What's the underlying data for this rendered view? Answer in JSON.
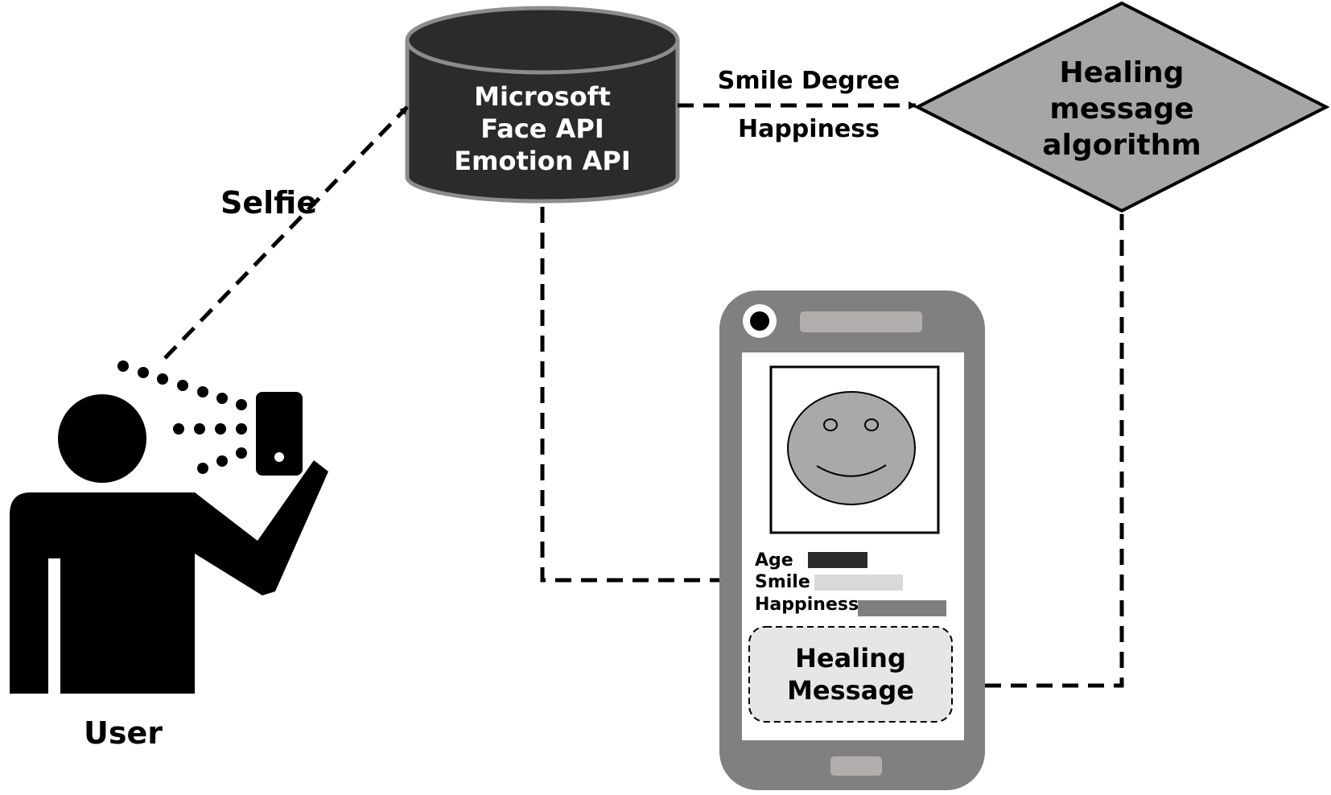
{
  "database": {
    "line1": "Microsoft",
    "line2": "Face API",
    "line3": "Emotion API"
  },
  "decision": {
    "line1": "Healing",
    "line2": "message",
    "line3": "algorithm"
  },
  "labels": {
    "selfie": "Selfie",
    "smile_degree": "Smile Degree",
    "happiness": "Happiness",
    "user": "User"
  },
  "phone": {
    "fields": [
      {
        "label": "Age",
        "bar_color": "#2a2a2a"
      },
      {
        "label": "Smile",
        "bar_color": "#d9d9d9"
      },
      {
        "label": "Happiness",
        "bar_color": "#7f7f7f"
      }
    ],
    "message_line1": "Healing",
    "message_line2": "Message"
  },
  "colors": {
    "database_fill": "#2b2b2b",
    "database_stroke": "#8c8c8c",
    "decision_fill": "#a6a6a6",
    "phone_body": "#808080",
    "face_fill": "#a9a9a9",
    "message_fill": "#e6e6e6"
  }
}
